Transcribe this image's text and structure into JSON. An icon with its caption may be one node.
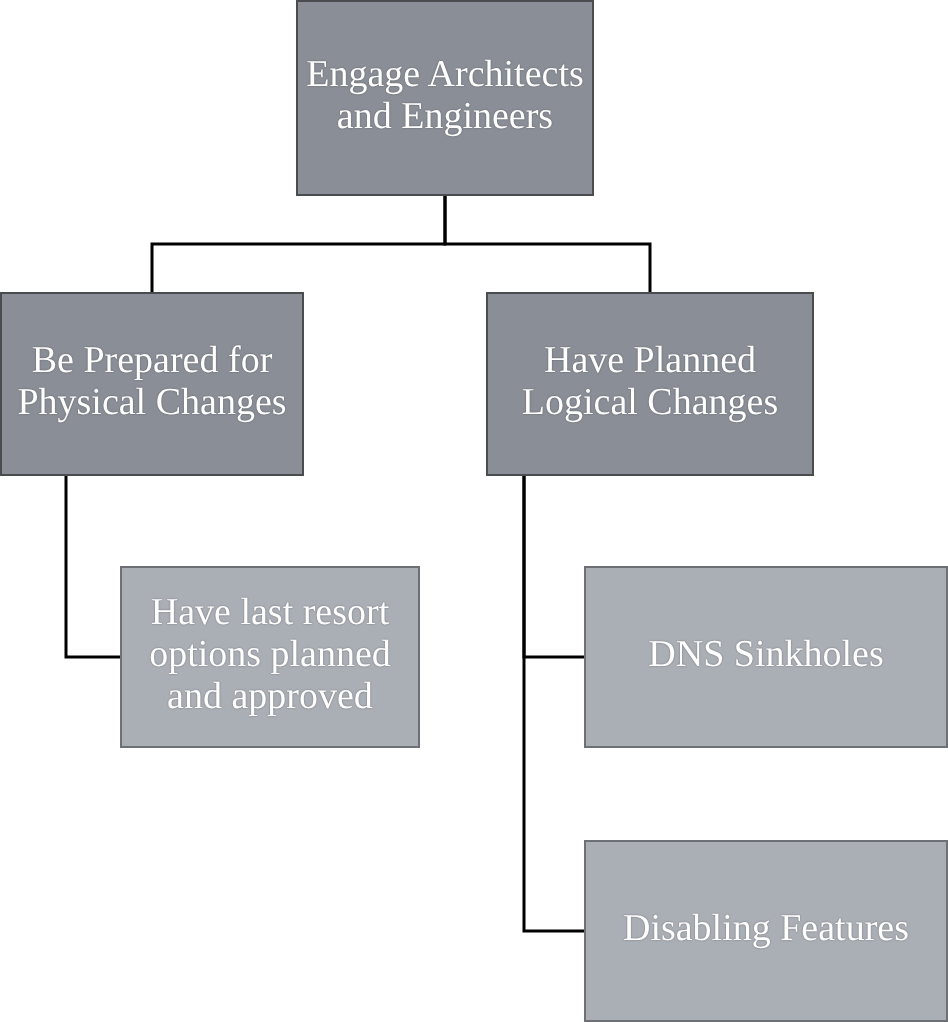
{
  "diagram": {
    "nodes": [
      {
        "text": [
          "Engage Architects and Engineers"
        ]
      },
      {
        "text": [
          "Be Prepared for Physical Changes"
        ]
      },
      {
        "text": [
          "Have Planned Logical Changes"
        ]
      },
      {
        "text": [
          "Have last resort options planned and approved"
        ]
      },
      {
        "text": [
          "DNS Sinkholes"
        ]
      },
      {
        "text": [
          "Disabling Features"
        ]
      }
    ],
    "edges": [
      {
        "from": 0,
        "to": 1,
        "arrow": "none"
      },
      {
        "from": 0,
        "to": 2,
        "arrow": "none"
      },
      {
        "from": 1,
        "to": 3,
        "arrow": "none"
      },
      {
        "from": 2,
        "to": 4,
        "arrow": "none"
      },
      {
        "from": 2,
        "to": 5,
        "arrow": "none"
      }
    ]
  }
}
